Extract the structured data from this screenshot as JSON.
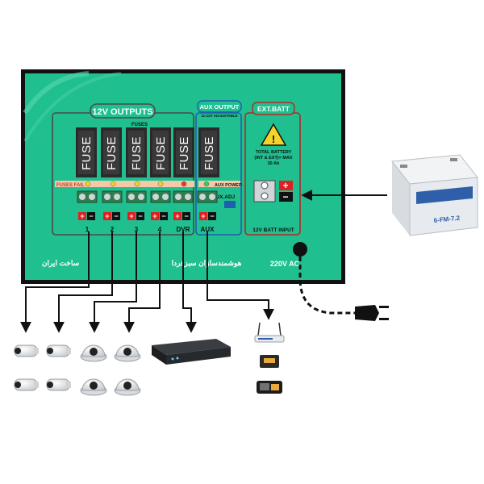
{
  "panel": {
    "section_outputs": "12V OUTPUTS",
    "fuses_label": "FUSES",
    "fuse_label": "FUSE",
    "fuses_fail_label": "FUSES FAIL",
    "output_numbers": [
      "1",
      "2",
      "3",
      "4"
    ],
    "dvr_label": "DVR",
    "aux_section_title": "AUX OUTPUT",
    "aux_section_subtitle": "11-12V ADJUSTABLE",
    "aux_power_label": "AUX POWER",
    "aux_adj_label": "AUX.ADJ",
    "aux_label": "AUX",
    "ext_batt_title": "EXT.BATT",
    "battery_note": [
      "TOTAL BATTERY",
      "(INT & EXT)= MAX",
      "30 Ah"
    ],
    "batt_input_label": "12V BATT INPUT",
    "ac_label": "220V AC",
    "made_in_text": "ساخت ایران",
    "brand_text": "هوشمندسازان سبزفردا"
  },
  "battery": {
    "model_label": "6-FM-7.2"
  },
  "devices": {
    "bullet_cameras": 4,
    "dome_cameras": 4,
    "dvr": 1,
    "router": 1,
    "card_reader": 1,
    "attendance_device": 1
  },
  "colors": {
    "board": "#1fbf8f",
    "board_border": "#111111",
    "outputs_border": "#4a4a4a",
    "aux_border": "#1f5fb0",
    "ext_batt_border": "#b32828",
    "fuse_body": "#2a2a2a",
    "fuse_bar": "#f6c9a6",
    "led_yellow": "#f5d32a",
    "led_red": "#e53b2b",
    "led_green": "#3ccf4e",
    "terminal_red": "#e02020"
  }
}
